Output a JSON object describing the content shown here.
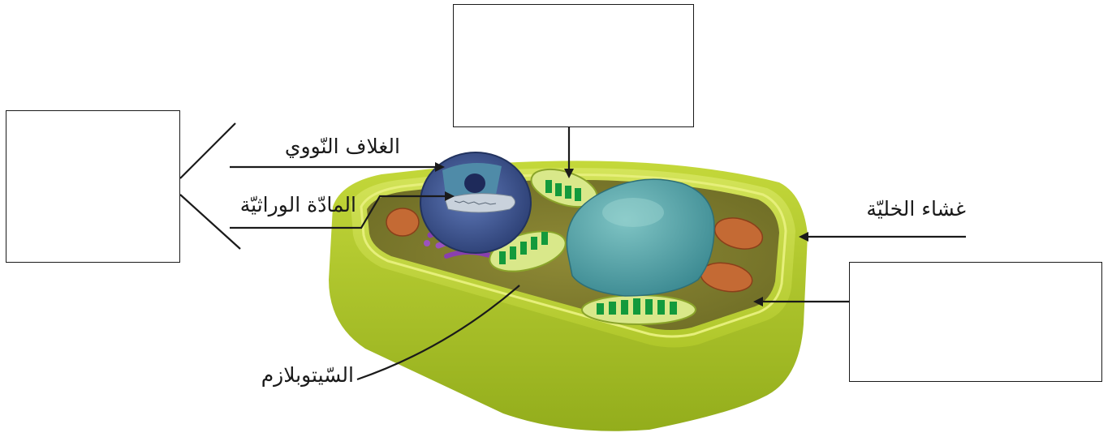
{
  "labels": {
    "nuclear_envelope": "الغلاف النّووي",
    "genetic_material": "المادّة الوراثيّة",
    "cell_membrane": "غشاء الخليّة",
    "cytoplasm": "السّيتوبلازم"
  },
  "answer_boxes": [
    {
      "id": "nucleus",
      "value": ""
    },
    {
      "id": "chloroplast",
      "value": ""
    },
    {
      "id": "cell-wall",
      "value": ""
    }
  ],
  "colors": {
    "wall": "#b6cc2a",
    "wall_dark": "#8ea61a",
    "cytoplasm": "#7f7a2c",
    "vacuole": "#4e9aa0",
    "nucleus": "#3d5590",
    "chloroplast": "#139a3c",
    "mitochondrion": "#c46a34",
    "golgi": "#8a3fae",
    "line": "#1a1a1a"
  }
}
